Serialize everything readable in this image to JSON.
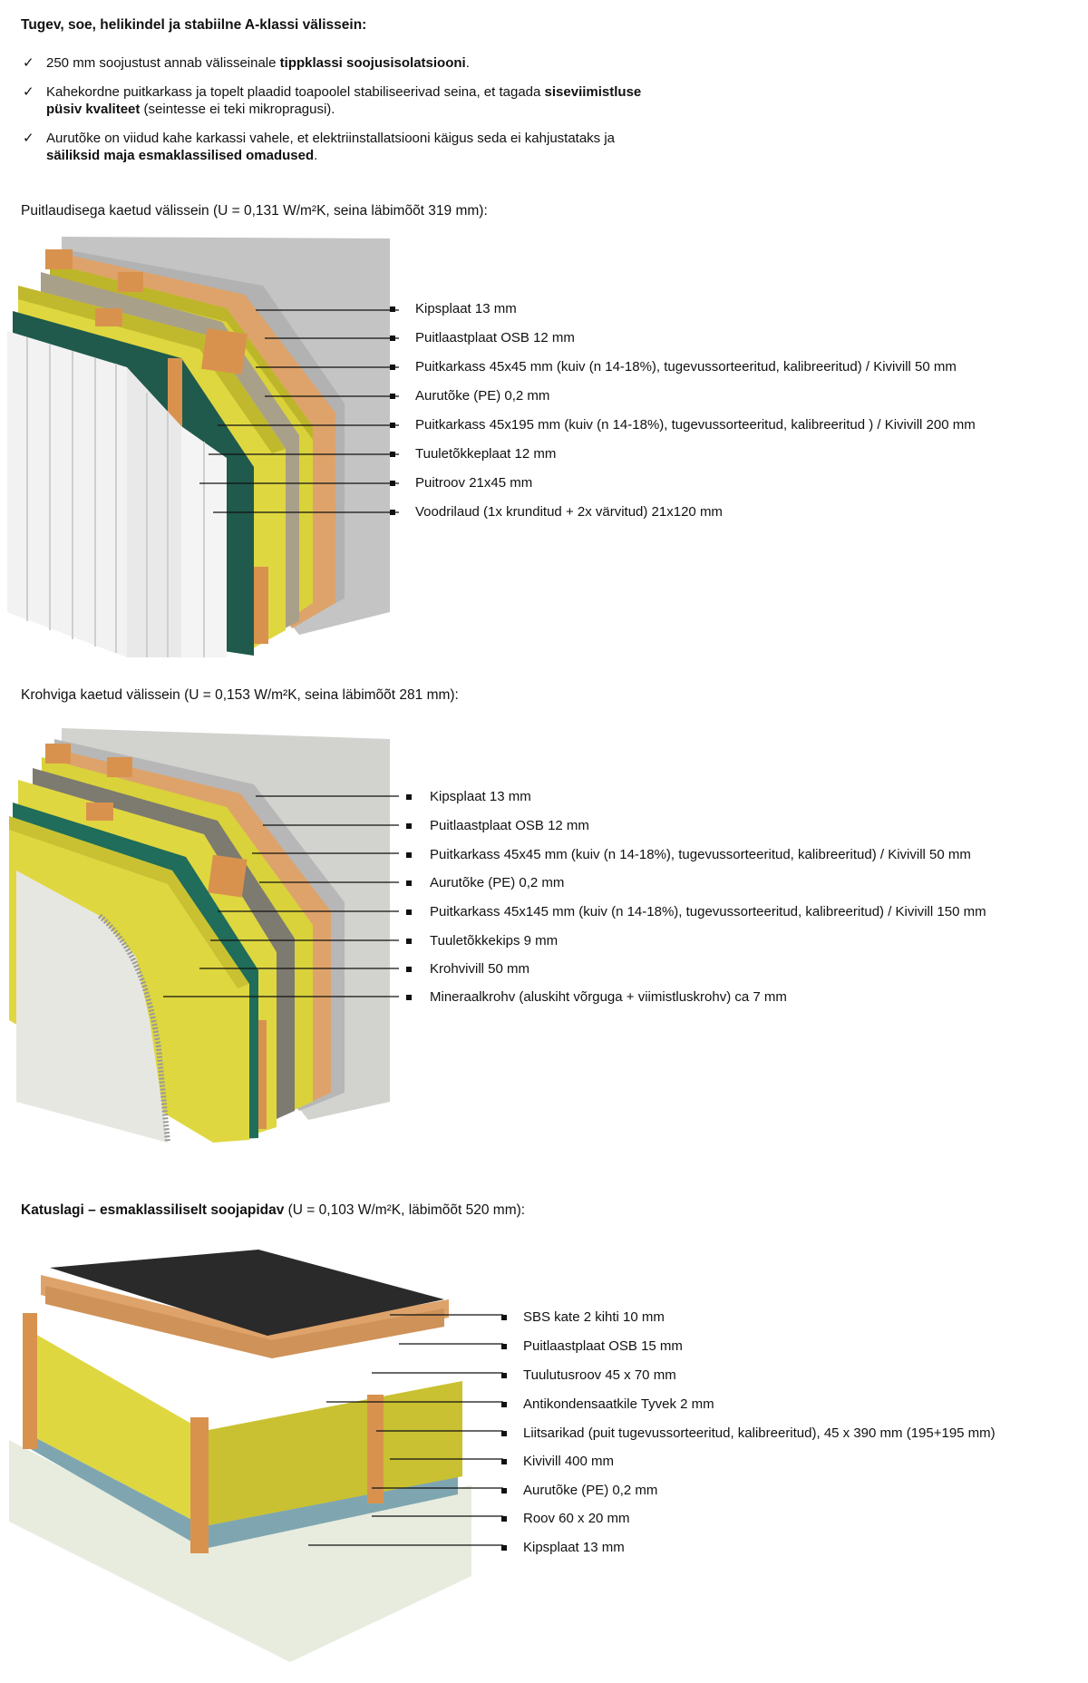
{
  "heading": "Tugev, soe, helikindel ja stabiilne A-klassi välissein:",
  "bullets": [
    {
      "pre": "250 mm soojustust annab välisseinale ",
      "bold": "tippklassi soojusisolatsiooni",
      "post": "."
    },
    {
      "pre": "Kahekordne puitkarkass ja topelt plaadid toapoolel stabiliseerivad seina, et tagada ",
      "bold": "siseviimistluse püsiv kvaliteet",
      "post": " (seintesse ei teki mikropragusi)."
    },
    {
      "pre": "Aurutõke on viidud kahe karkassi vahele, et elektriinstallatsiooni käigus seda ei kahjustataks ja ",
      "bold": "säiliksid maja esmaklassilised omadused",
      "post": "."
    }
  ],
  "sections": [
    {
      "caption": "Puitlaudisega kaetud välissein (U = 0,131 W/m²K, seina läbimõõt 319 mm):",
      "labels": [
        "Kipsplaat  13 mm",
        "Puitlaastplaat OSB  12 mm",
        "Puitkarkass 45x45 mm (kuiv (n 14-18%), tugevussorteeritud, kalibreeritud)   / Kivivill 50 mm",
        "Aurutõke (PE)  0,2 mm",
        "Puitkarkass 45x195 mm (kuiv (n 14-18%), tugevussorteeritud, kalibreeritud   ) / Kivivill 200 mm",
        "Tuuletõkkeplaat  12 mm",
        "Puitroov 21x45 mm",
        "Voodrilaud (1x krunditud + 2x värvitud)  21x120 mm"
      ]
    },
    {
      "caption": "Krohviga kaetud välissein (U = 0,153 W/m²K, seina läbimõõt 281 mm):",
      "labels": [
        "Kipsplaat 13 mm",
        "Puitlaastplaat OSB 12 mm",
        "Puitkarkass 45x45 mm (kuiv (n 14-18%), tugevussorteeritud, kalibreeritud) / Kivivill 50 mm",
        "Aurutõke (PE) 0,2 mm",
        "Puitkarkass 45x145 mm (kuiv (n 14-18%), tugevussorteeritud, kalibreeritud) / Kivivill 150 mm",
        "Tuuletõkkekips 9 mm",
        "Krohvivill 50 mm",
        "Mineraalkrohv (aluskiht võrguga + viimistluskrohv) ca 7 mm"
      ]
    },
    {
      "caption_bold": "Katuslagi – esmaklassiliselt soojapidav",
      "caption": " (U = 0,103 W/m²K, läbimõõt 520 mm):",
      "labels": [
        "SBS kate 2 kihti  10 mm",
        "Puitlaastplaat OSB  15 mm",
        "Tuulutusroov 45 x 70 mm",
        "Antikondensaatkile Tyvek  2 mm",
        "Liitsarikad (puit tugevussorteeritud, kalibreeritud), 45 x 390 mm (195+195 mm)",
        "Kivivill 400 mm",
        "Aurutõke (PE)  0,2 mm",
        "Roov 60 x 20 mm",
        "Kipsplaat 13 mm"
      ]
    }
  ],
  "colors": {
    "wool": "#d9d23a",
    "wool_dark": "#b9b228",
    "wood": "#d9924e",
    "wood_dark": "#b9722e",
    "membrane": "#1f5a4c",
    "gypsum": "#b7b7b7",
    "siding": "#f4f4f4",
    "plaster": "#e7e7e2",
    "roof": "#2a2a2a"
  }
}
